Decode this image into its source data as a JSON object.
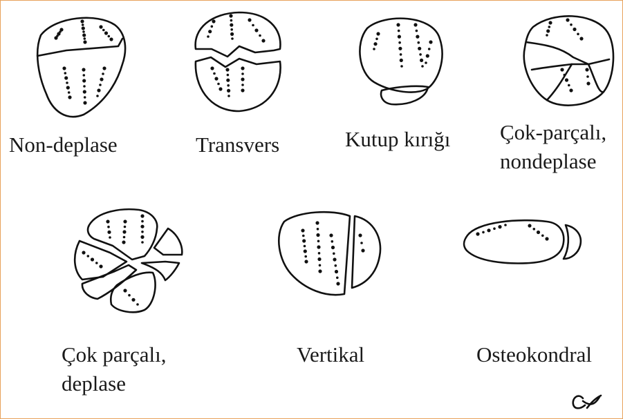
{
  "figure": {
    "border_color": "#e8a15a",
    "stroke_color": "#111111",
    "panels": [
      {
        "id": "non-deplase",
        "lines": [
          "Non-deplase"
        ]
      },
      {
        "id": "transvers",
        "lines": [
          "Transvers"
        ]
      },
      {
        "id": "kutup-kirigi",
        "lines": [
          "Kutup kırığı"
        ]
      },
      {
        "id": "cok-parcali-nondeplase",
        "lines": [
          "Çok-parçalı,",
          "nondeplase"
        ]
      },
      {
        "id": "cok-parcali-deplase",
        "lines": [
          "Çok parçalı,",
          "deplase"
        ]
      },
      {
        "id": "vertikal",
        "lines": [
          "Vertikal"
        ]
      },
      {
        "id": "osteokondral",
        "lines": [
          "Osteokondral"
        ]
      }
    ],
    "signature": "CK"
  }
}
